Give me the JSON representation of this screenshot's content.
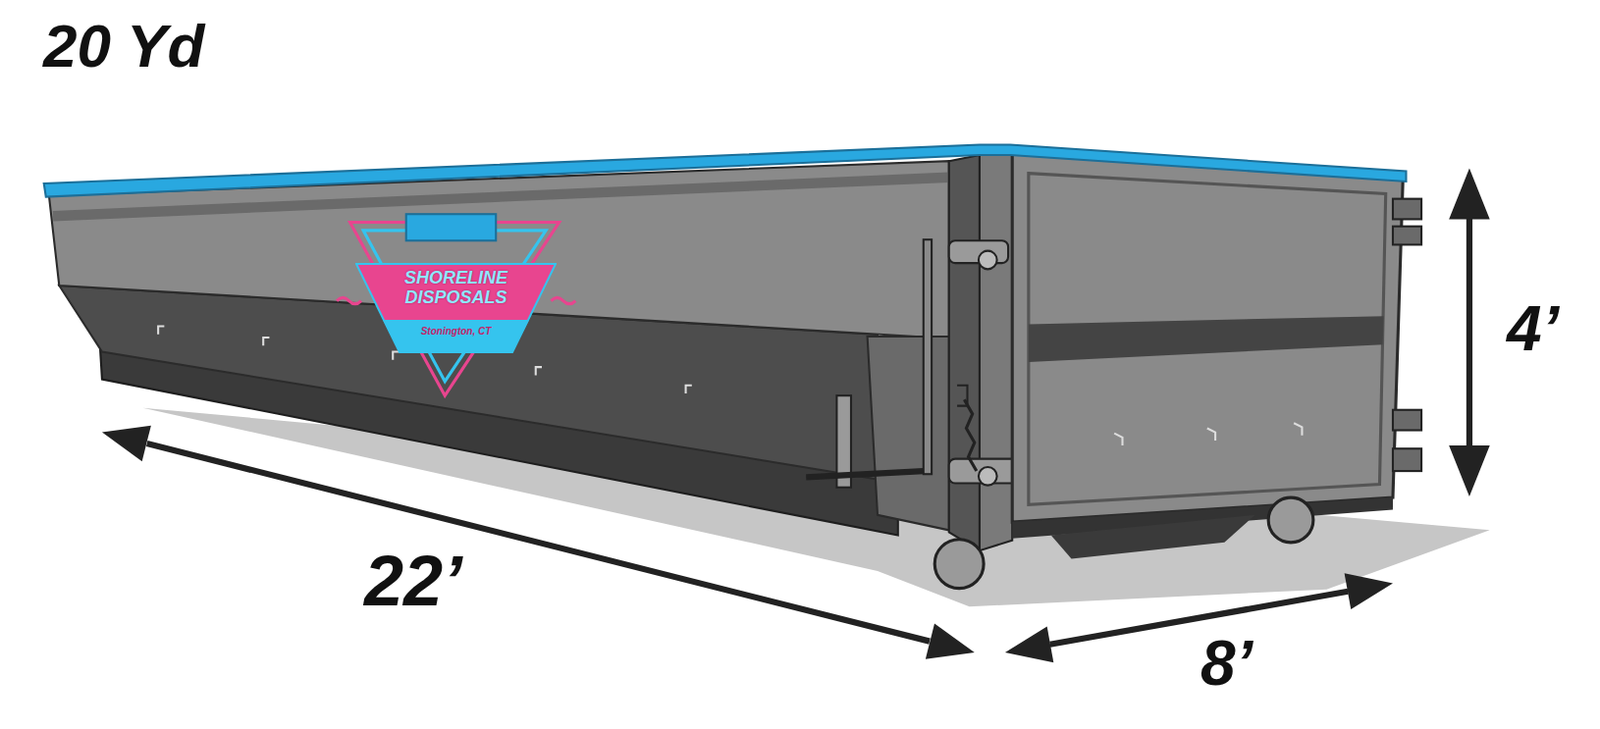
{
  "diagram": {
    "title": "20 Yd",
    "nodes": [
      {
        "text": [
          "SHORELINE DISPOSALS",
          "Stonington, CT"
        ]
      }
    ],
    "labels": [
      "22’",
      "8’",
      "4’"
    ]
  }
}
